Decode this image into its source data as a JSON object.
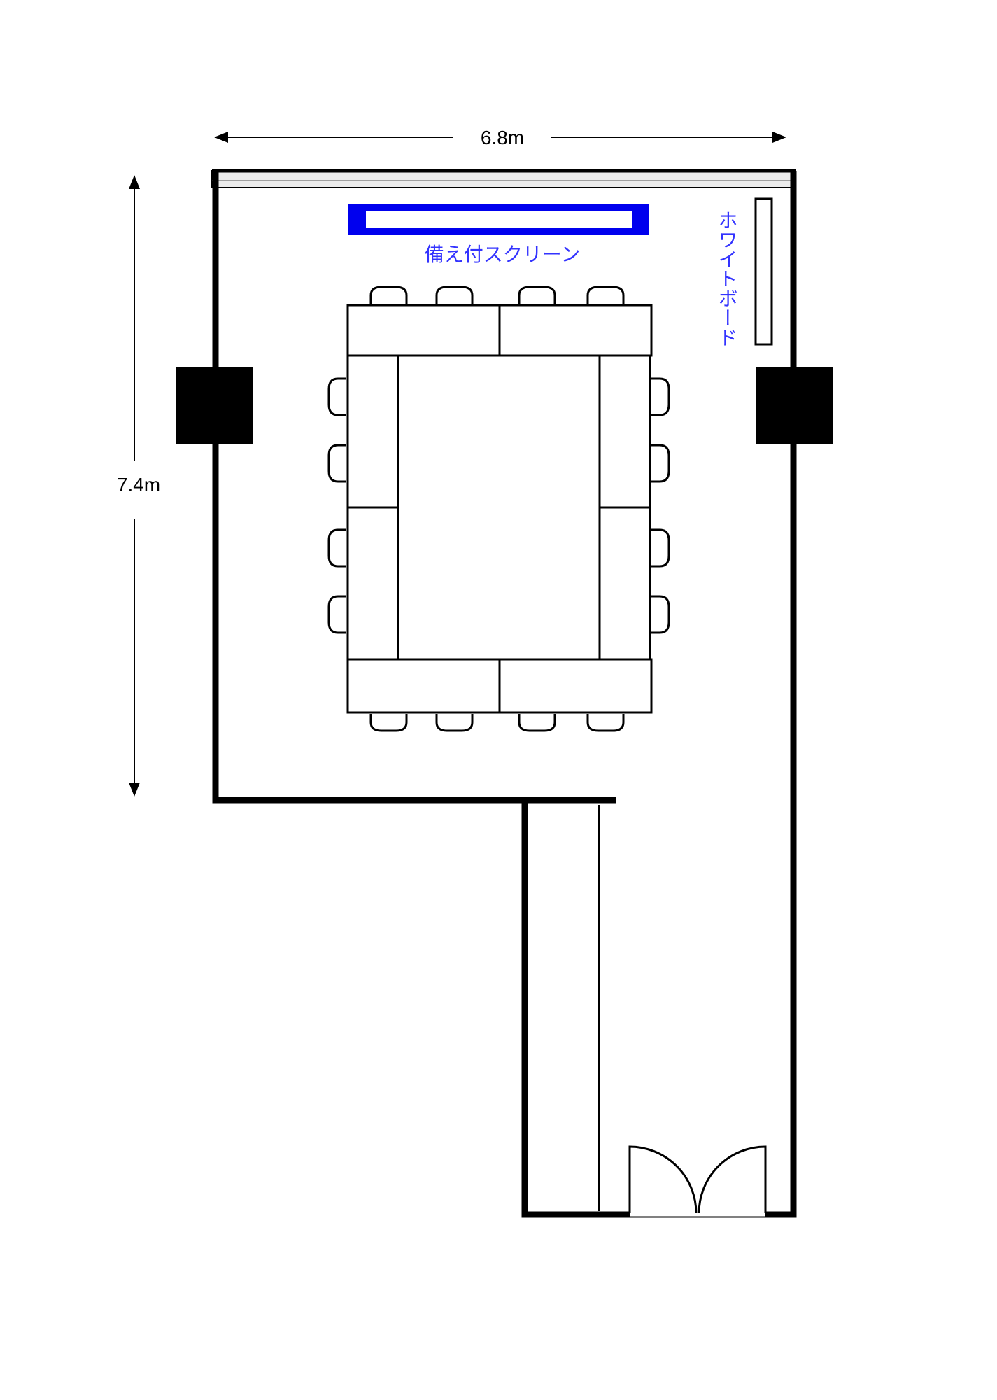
{
  "dimensions": {
    "width_label": "6.8m",
    "height_label": "7.4m"
  },
  "labels": {
    "screen": "備え付スクリーン",
    "whiteboard": "ホワイトボード"
  },
  "colors": {
    "label_blue": "#3333ff",
    "screen_blue": "#0000ee",
    "wall": "#000000"
  },
  "furniture": {
    "chair_count": 16,
    "table_count": 8
  }
}
